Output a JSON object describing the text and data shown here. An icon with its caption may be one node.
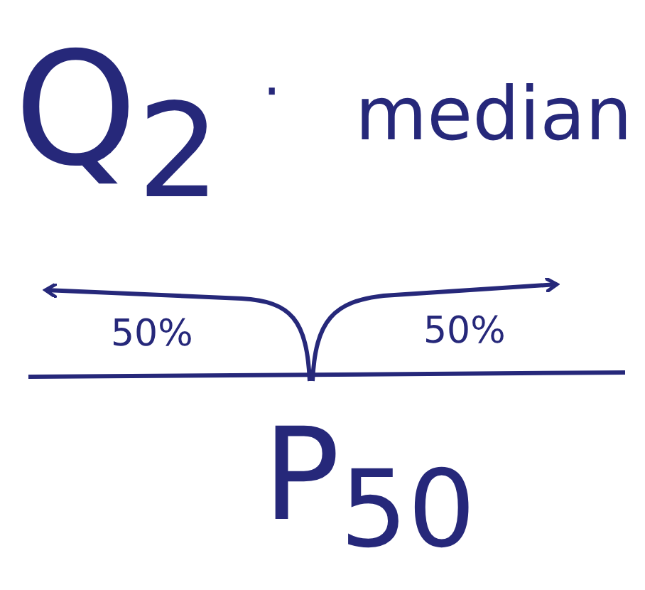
{
  "diagram": {
    "labels": [
      "Q$_{2}$",
      "·",
      "median",
      "50%",
      "50%",
      "P$_{50}$"
    ]
  }
}
